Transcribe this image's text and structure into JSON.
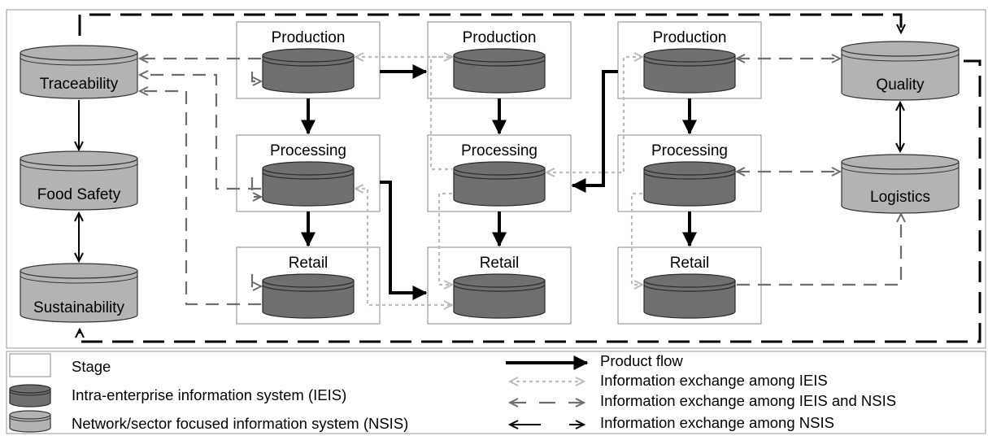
{
  "stages": {
    "col1": {
      "production": "Production",
      "processing": "Processing",
      "retail": "Retail"
    },
    "col2": {
      "production": "Production",
      "processing": "Processing",
      "retail": "Retail"
    },
    "col3": {
      "production": "Production",
      "processing": "Processing",
      "retail": "Retail"
    }
  },
  "nsis": {
    "traceability": "Traceability",
    "food_safety": "Food Safety",
    "sustainability": "Sustainability",
    "quality": "Quality",
    "logistics": "Logistics"
  },
  "legend": {
    "stage": "Stage",
    "ieis": "Intra-enterprise information system (IEIS)",
    "nsis": "Network/sector focused information system (NSIS)",
    "product_flow": "Product flow",
    "ieis_exchange": "Information exchange among IEIS",
    "ieis_nsis_exchange": "Information exchange among IEIS and NSIS",
    "nsis_exchange": "Information exchange among NSIS"
  },
  "colors": {
    "ieis_fill": "#6f6f6f",
    "nsis_fill": "#b3b3b3",
    "product_flow": "#000000",
    "ieis_exchange": "#bcbcbc",
    "ieis_nsis_exchange": "#6e6e6e",
    "nsis_exchange": "#000000"
  }
}
